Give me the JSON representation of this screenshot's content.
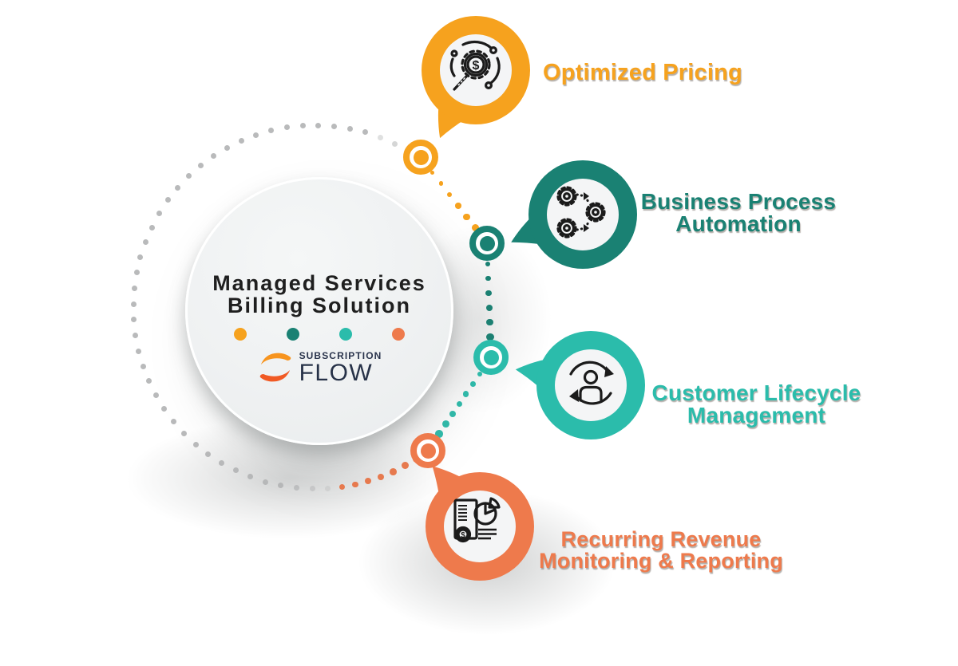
{
  "center": {
    "title_line1": "Managed Services",
    "title_line2": "Billing Solution",
    "dot_colors": [
      "#F6A21E",
      "#1A8173",
      "#2BBCAB",
      "#EE7A4C"
    ],
    "logo": {
      "brand_top": "SUBSCRIPTION",
      "brand_bottom": "FLOW",
      "swoosh_color_top": "#F7941E",
      "swoosh_color_bottom": "#F15A24",
      "text_color": "#273248",
      "swoosh_icon": "subscription-flow-swoosh-icon"
    }
  },
  "items": [
    {
      "label_line1": "Optimized Pricing",
      "label_line2": "",
      "color": "#F6A21E",
      "icon": "pricing-magnifier-gear-icon"
    },
    {
      "label_line1": "Business Process",
      "label_line2": "Automation",
      "color": "#1A8173",
      "icon": "automation-gears-icon"
    },
    {
      "label_line1": "Customer Lifecycle",
      "label_line2": "Management",
      "color": "#2BBCAB",
      "icon": "lifecycle-user-arrows-icon"
    },
    {
      "label_line1": "Recurring Revenue",
      "label_line2": "Monitoring & Reporting",
      "color": "#EE7A4C",
      "icon": "revenue-report-icon"
    }
  ],
  "decor": {
    "dotted_circle_color": "#B9BABB",
    "background_color": "#FFFFFF",
    "title_color": "#1F1F1F"
  }
}
